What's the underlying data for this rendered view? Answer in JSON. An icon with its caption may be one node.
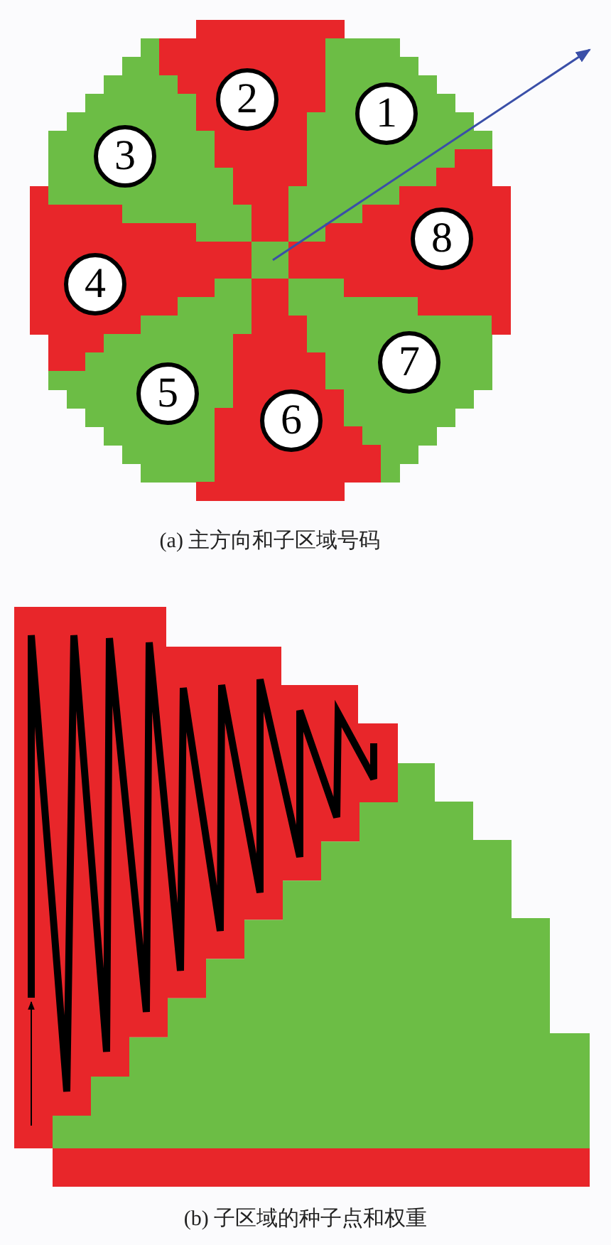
{
  "diagram": {
    "nodes": [
      {
        "text": [
          "2"
        ]
      },
      {
        "text": [
          "1"
        ]
      },
      {
        "text": [
          "3"
        ]
      },
      {
        "text": [
          "8"
        ]
      },
      {
        "text": [
          "4"
        ]
      },
      {
        "text": [
          "7"
        ]
      },
      {
        "text": [
          "5"
        ]
      },
      {
        "text": [
          "6"
        ]
      }
    ],
    "labels": [
      "(a) 主方向和子区域号码",
      "(b) 子区域的种子点和权重"
    ]
  }
}
